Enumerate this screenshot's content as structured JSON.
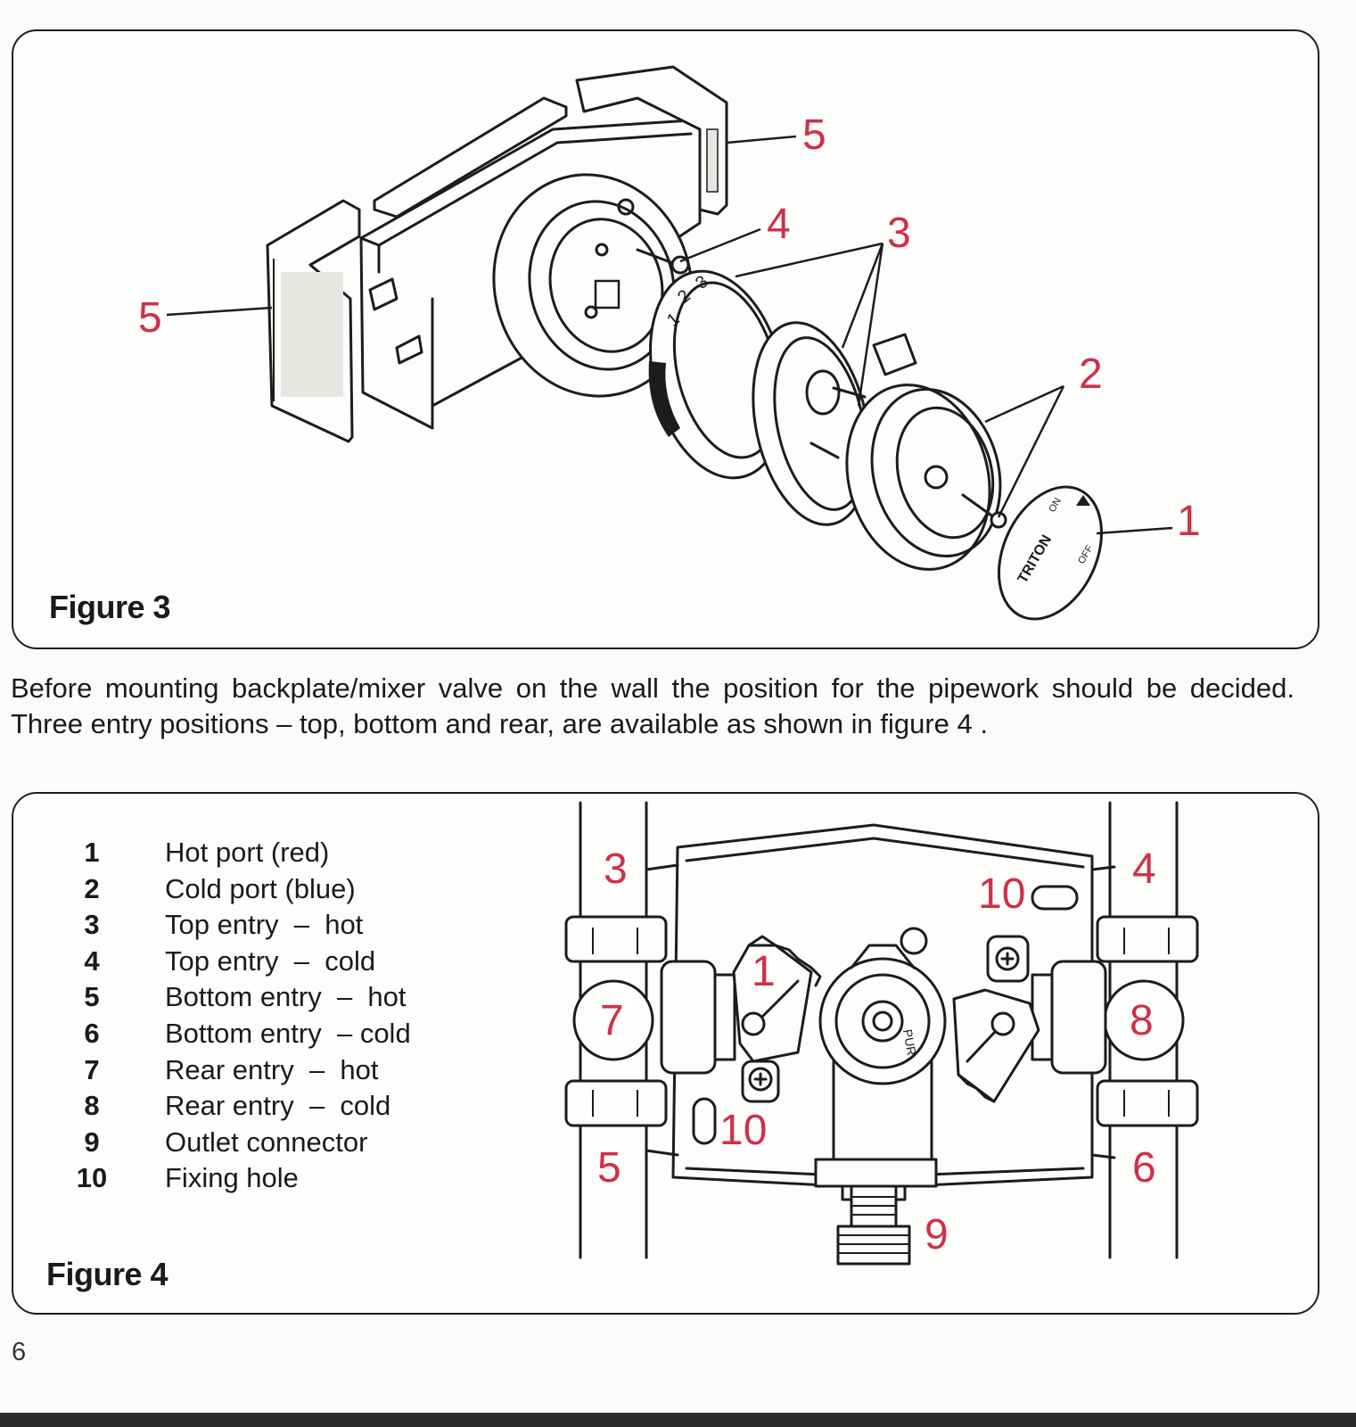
{
  "figure3": {
    "caption": "Figure 3",
    "callouts": [
      "5",
      "5",
      "4",
      "3",
      "2",
      "1"
    ],
    "cap_text": [
      "TRITON",
      "ON",
      "OFF"
    ],
    "ring_numbers": [
      "1",
      "2",
      "3"
    ]
  },
  "intro_text": "Before mounting backplate/mixer valve on the wall the position for the pipework should be decided. Three entry positions  –  top, bottom and rear, are available as shown in figure 4  .",
  "figure4": {
    "caption": "Figure 4",
    "legend": [
      {
        "num": "1",
        "text": "Hot port (red)"
      },
      {
        "num": "2",
        "text": "Cold port (blue)"
      },
      {
        "num": "3",
        "text": "Top entry  –  hot"
      },
      {
        "num": "4",
        "text": "Top entry  –  cold"
      },
      {
        "num": "5",
        "text": "Bottom entry  –  hot"
      },
      {
        "num": "6",
        "text": "Bottom entry  – cold"
      },
      {
        "num": "7",
        "text": "Rear entry  –  hot"
      },
      {
        "num": "8",
        "text": "Rear entry  –  cold"
      },
      {
        "num": "9",
        "text": "Outlet connector"
      },
      {
        "num": "10",
        "text": "Fixing hole"
      }
    ],
    "callouts": [
      "3",
      "4",
      "10",
      "1",
      "7",
      "8",
      "10",
      "5",
      "6",
      "9"
    ],
    "valve_text": "PUR"
  },
  "page_number": "6",
  "colors": {
    "callout": "#cf3048",
    "line": "#1c1c1c",
    "paper": "#fbfbf9"
  }
}
